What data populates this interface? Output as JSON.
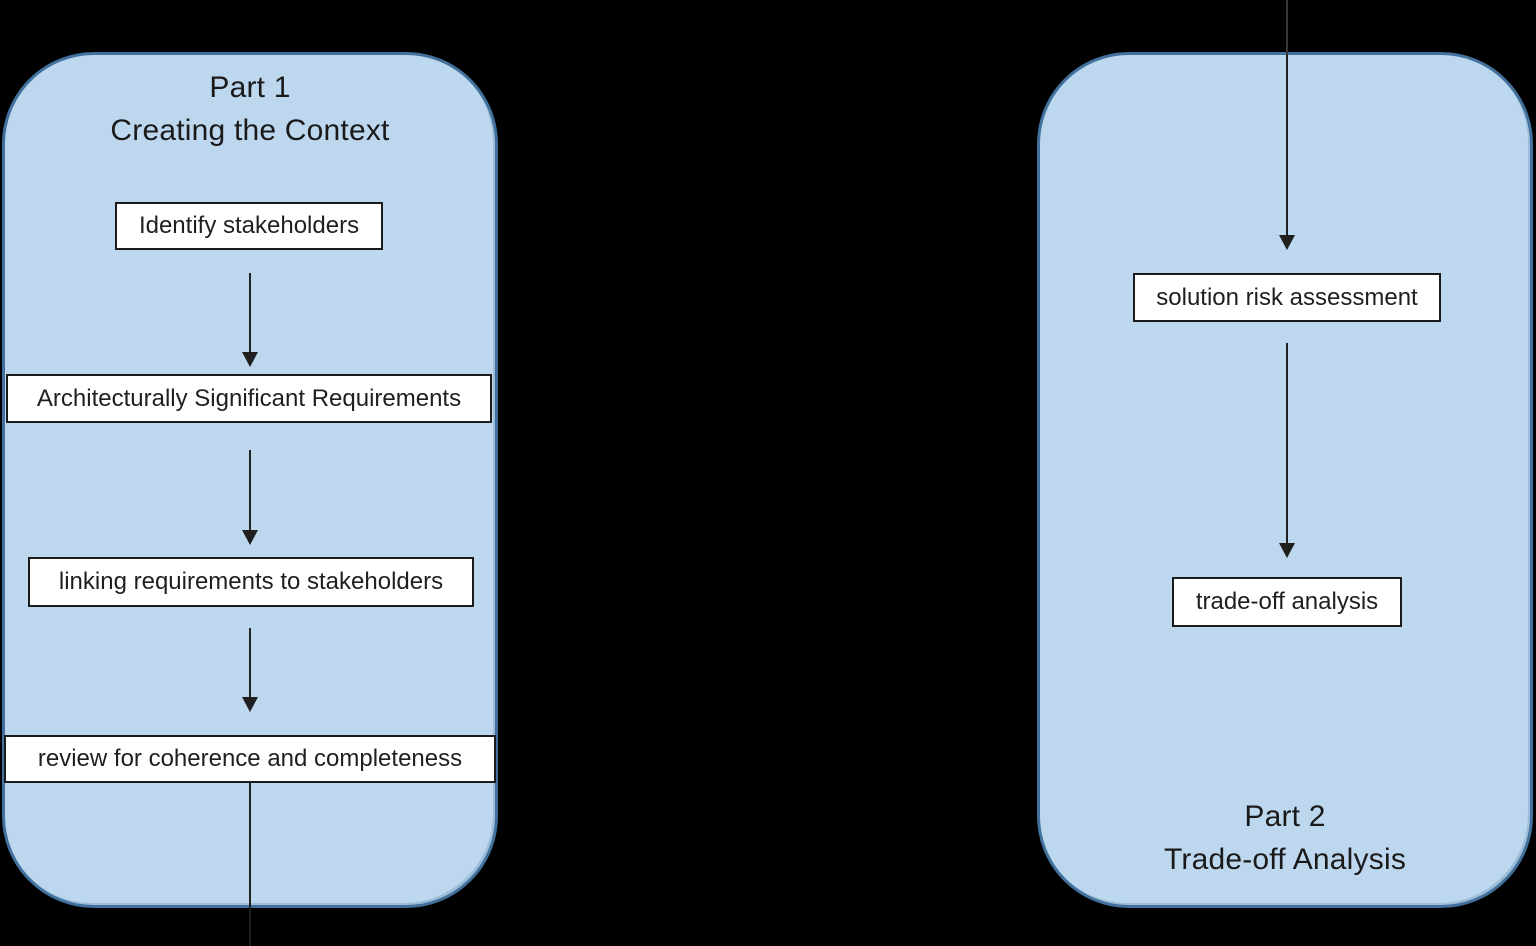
{
  "diagram": {
    "background_color": "#000000",
    "panel_fill_color": "#BDD7EE",
    "panel_border_color": "#41719C",
    "box_fill_color": "#FFFFFF",
    "box_border_color": "#1A1A1A",
    "arrow_color": "#1F1F1F",
    "part1": {
      "title_line1": "Part 1",
      "title_line2": "Creating the Context",
      "steps": [
        "Identify stakeholders",
        "Architecturally Significant Requirements",
        "linking requirements to stakeholders",
        "review for coherence and completeness"
      ]
    },
    "part2": {
      "title_line1": "Part 2",
      "title_line2": "Trade-off Analysis",
      "steps": [
        "solution risk assessment",
        "trade-off analysis"
      ]
    }
  }
}
